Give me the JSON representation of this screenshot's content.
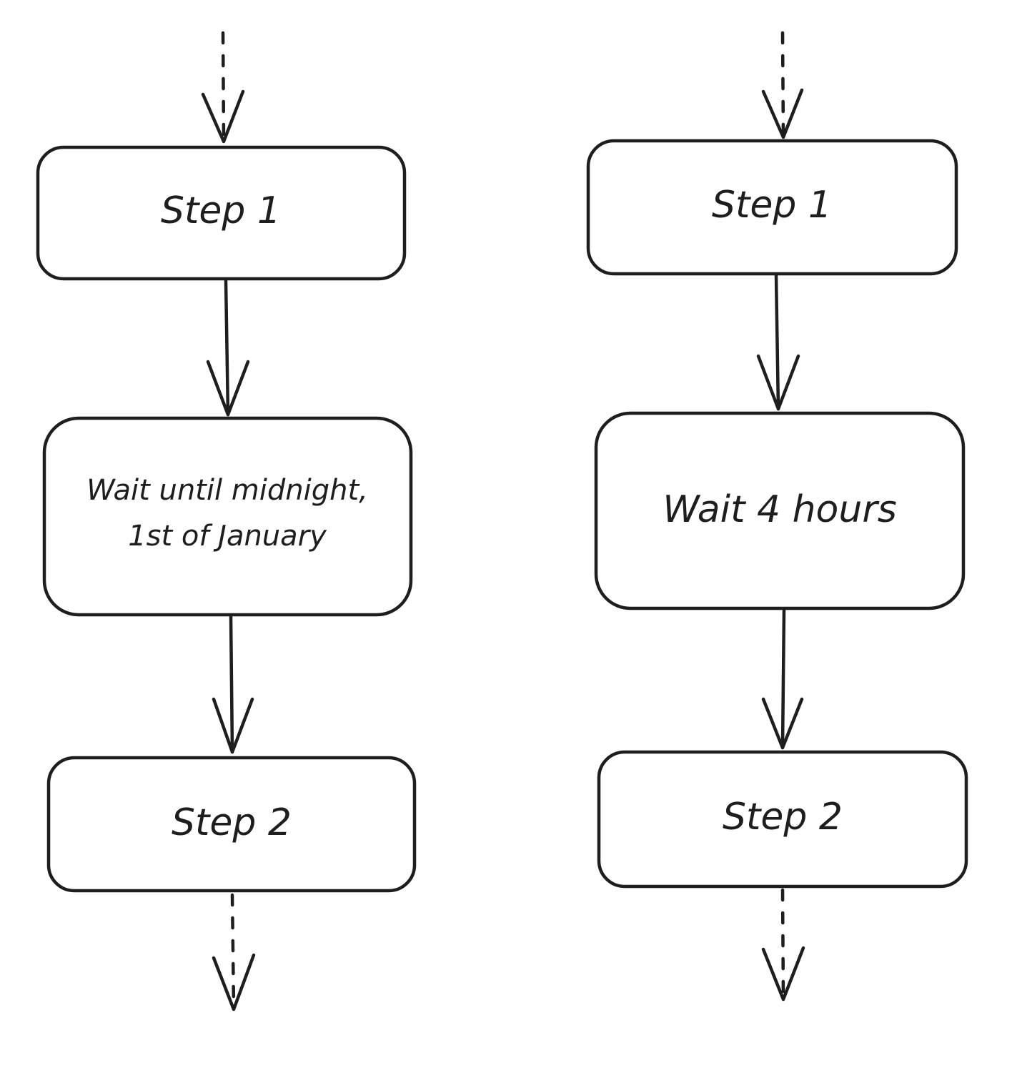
{
  "diagram": {
    "left_flow": {
      "nodes": [
        {
          "id": "l1",
          "label_lines": [
            "Step 1"
          ]
        },
        {
          "id": "l2",
          "label_lines": [
            "Wait until midnight,",
            "1st of January"
          ]
        },
        {
          "id": "l3",
          "label_lines": [
            "Step 2"
          ]
        }
      ]
    },
    "right_flow": {
      "nodes": [
        {
          "id": "r1",
          "label_lines": [
            "Step 1"
          ]
        },
        {
          "id": "r2",
          "label_lines": [
            "Wait 4 hours"
          ]
        },
        {
          "id": "r3",
          "label_lines": [
            "Step 2"
          ]
        }
      ]
    },
    "edges": [
      {
        "from": "",
        "to": "l1",
        "style": "dashed"
      },
      {
        "from": "l1",
        "to": "l2",
        "style": "solid"
      },
      {
        "from": "l2",
        "to": "l3",
        "style": "solid"
      },
      {
        "from": "l3",
        "to": "",
        "style": "dashed"
      },
      {
        "from": "",
        "to": "r1",
        "style": "dashed"
      },
      {
        "from": "r1",
        "to": "r2",
        "style": "solid"
      },
      {
        "from": "r2",
        "to": "r3",
        "style": "solid"
      },
      {
        "from": "r3",
        "to": "",
        "style": "dashed"
      }
    ],
    "colors": {
      "stroke": "#1e1e1e",
      "background": "#ffffff"
    }
  }
}
